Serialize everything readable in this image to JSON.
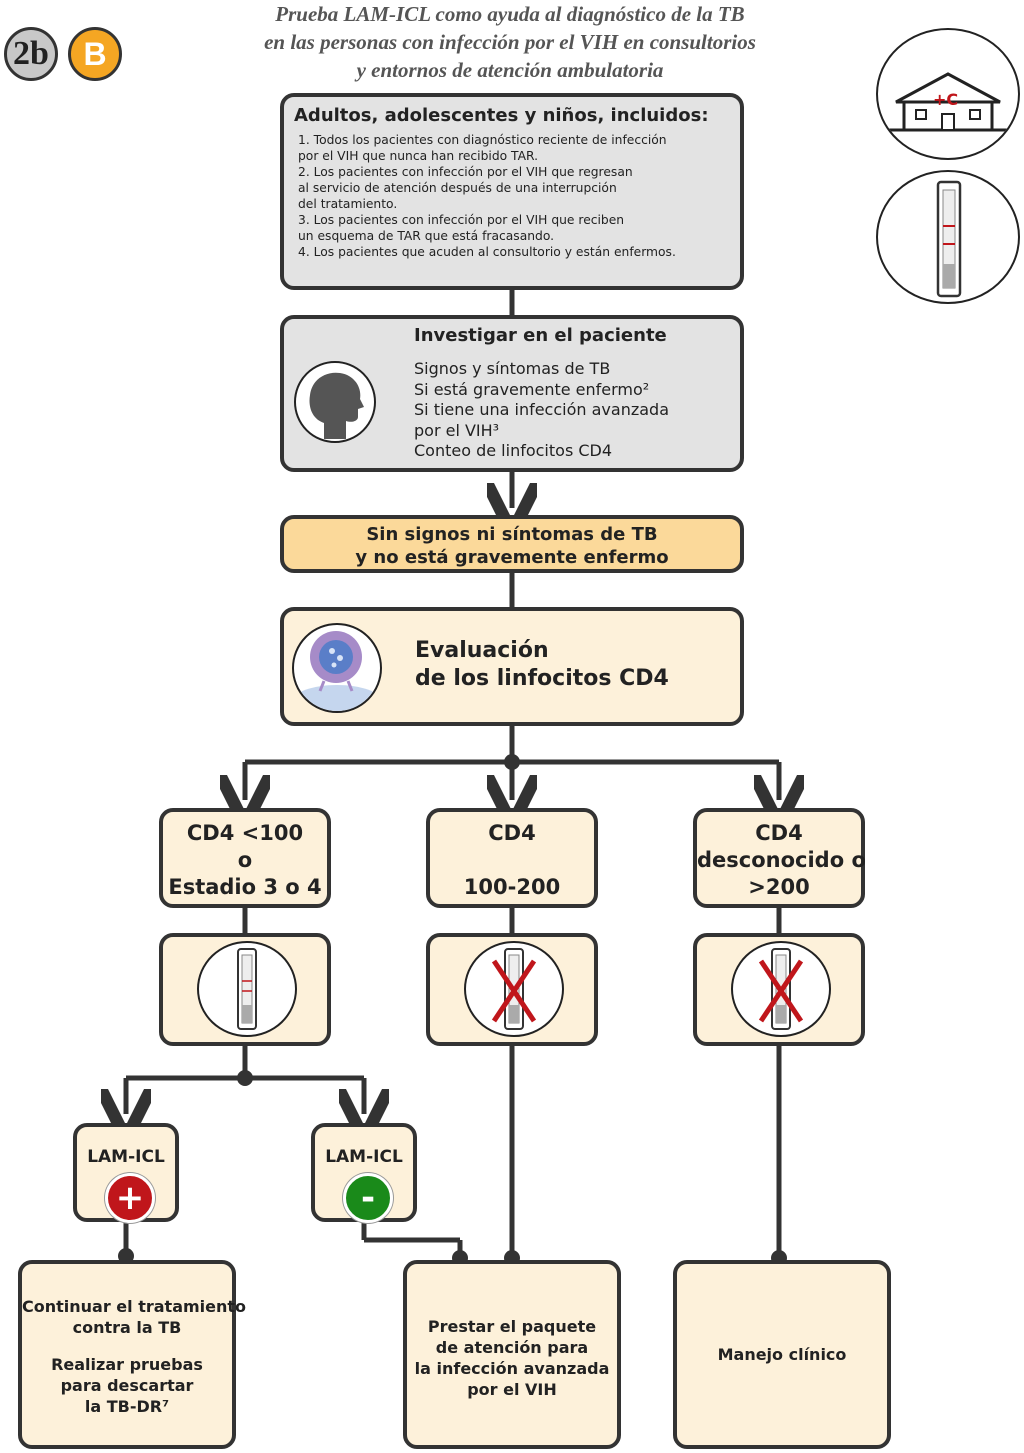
{
  "title": {
    "line1": "Prueba LAM-ICL como ayuda al diagnóstico de la TB",
    "line2": "en las personas con infección por el VIH en consultorios",
    "line3": "y entornos de atención ambulatoria"
  },
  "badges": {
    "section": "2b",
    "grade": "B"
  },
  "colors": {
    "grey_box": "#e3e3e3",
    "cream_box": "#fdf1da",
    "orange_box": "#fbd99a",
    "positive": "#c0161b",
    "negative": "#1a8a1a",
    "cross": "#c0161b"
  },
  "icons": [
    "clinic-icon",
    "lam-test-strip-icon",
    "patient-head-icon",
    "cd4-cell-icon",
    "cross-out-icon",
    "plus-icon",
    "minus-icon"
  ],
  "clinic_icon_label": "+C",
  "inclusion": {
    "heading": "Adultos, adolescentes y niños, incluidos:",
    "lines": [
      "1. Todos los pacientes con diagnóstico reciente de infección",
      "por el VIH que nunca han recibido TAR.",
      "2. Los pacientes con infección por el VIH que regresan",
      "al servicio de atención después de una interrupción",
      "del tratamiento.",
      "3. Los pacientes con infección por el VIH que reciben",
      "un esquema de TAR que está fracasando.",
      "4. Los pacientes que acuden al consultorio y están enfermos."
    ]
  },
  "investigate": {
    "heading": "Investigar en el paciente",
    "items": [
      "Signos y síntomas de TB",
      "Si está gravemente enfermo²",
      "Si tiene una infección avanzada",
      "por el VIH³",
      "Conteo de linfocitos CD4"
    ]
  },
  "no_symptoms": {
    "line1": "Sin signos ni síntomas de TB",
    "line2": "y no está gravemente enfermo"
  },
  "evaluation": {
    "line1": "Evaluación",
    "line2": "de los linfocitos CD4"
  },
  "cd4_groups": [
    {
      "line1": "CD4 <100",
      "line2": "o",
      "line3": "Estadio 3 o 4"
    },
    {
      "line1": "CD4",
      "line2": "",
      "line3": "100-200"
    },
    {
      "line1": "CD4",
      "line2": "desconocido o",
      "line3": ">200"
    }
  ],
  "lam_results": [
    {
      "label": "LAM-ICL",
      "sign": "+"
    },
    {
      "label": "LAM-ICL",
      "sign": "-"
    }
  ],
  "outcomes": {
    "continue": {
      "p1_line1": "Continuar el tratamiento",
      "p1_line2": "contra la TB",
      "p2_line1": "Realizar pruebas",
      "p2_line2": "para descartar",
      "p2_line3": "la TB-DR⁷"
    },
    "package": {
      "line1": "Prestar el paquete",
      "line2": "de atención para",
      "line3": "la infección avanzada",
      "line4": "por el VIH"
    },
    "clinical": {
      "line1": "Manejo clínico"
    }
  }
}
